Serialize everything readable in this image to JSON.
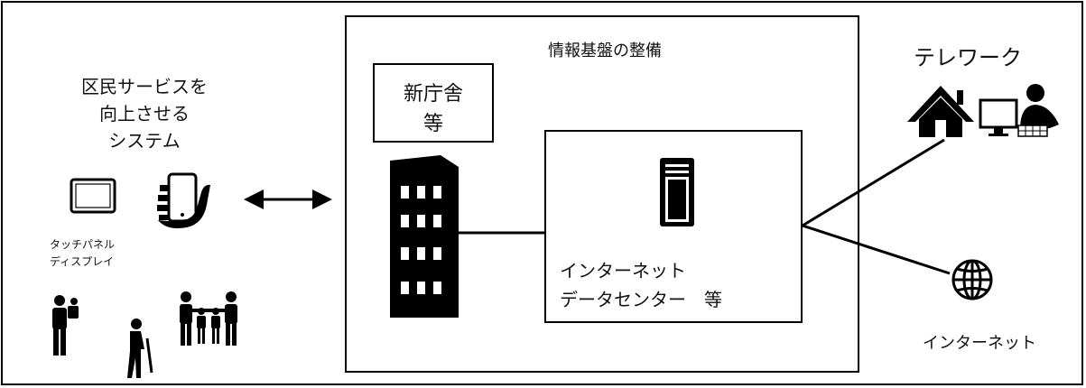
{
  "main_box": {
    "title": "情報基盤の整備"
  },
  "new_building": {
    "line1": "新庁舎",
    "line2": "等"
  },
  "datacenter": {
    "line1": "インターネット",
    "line2": "データセンター　等"
  },
  "left": {
    "heading_line1": "区民サービスを",
    "heading_line2": "向上させる",
    "heading_line3": "システム",
    "device_label_line1": "タッチパネル",
    "device_label_line2": "ディスプレイ"
  },
  "right": {
    "telework_label": "テレワーク",
    "internet_label": "インターネット"
  },
  "icons": {
    "tablet": "tablet-icon",
    "smartphone": "smartphone-hand-icon",
    "building": "office-building-icon",
    "server": "server-icon",
    "house": "house-icon",
    "computer_worker": "person-computer-icon",
    "globe": "globe-icon",
    "parent_child": "parent-with-child-icon",
    "elderly": "elderly-person-icon",
    "family": "family-icon",
    "arrow": "double-arrow-icon"
  }
}
